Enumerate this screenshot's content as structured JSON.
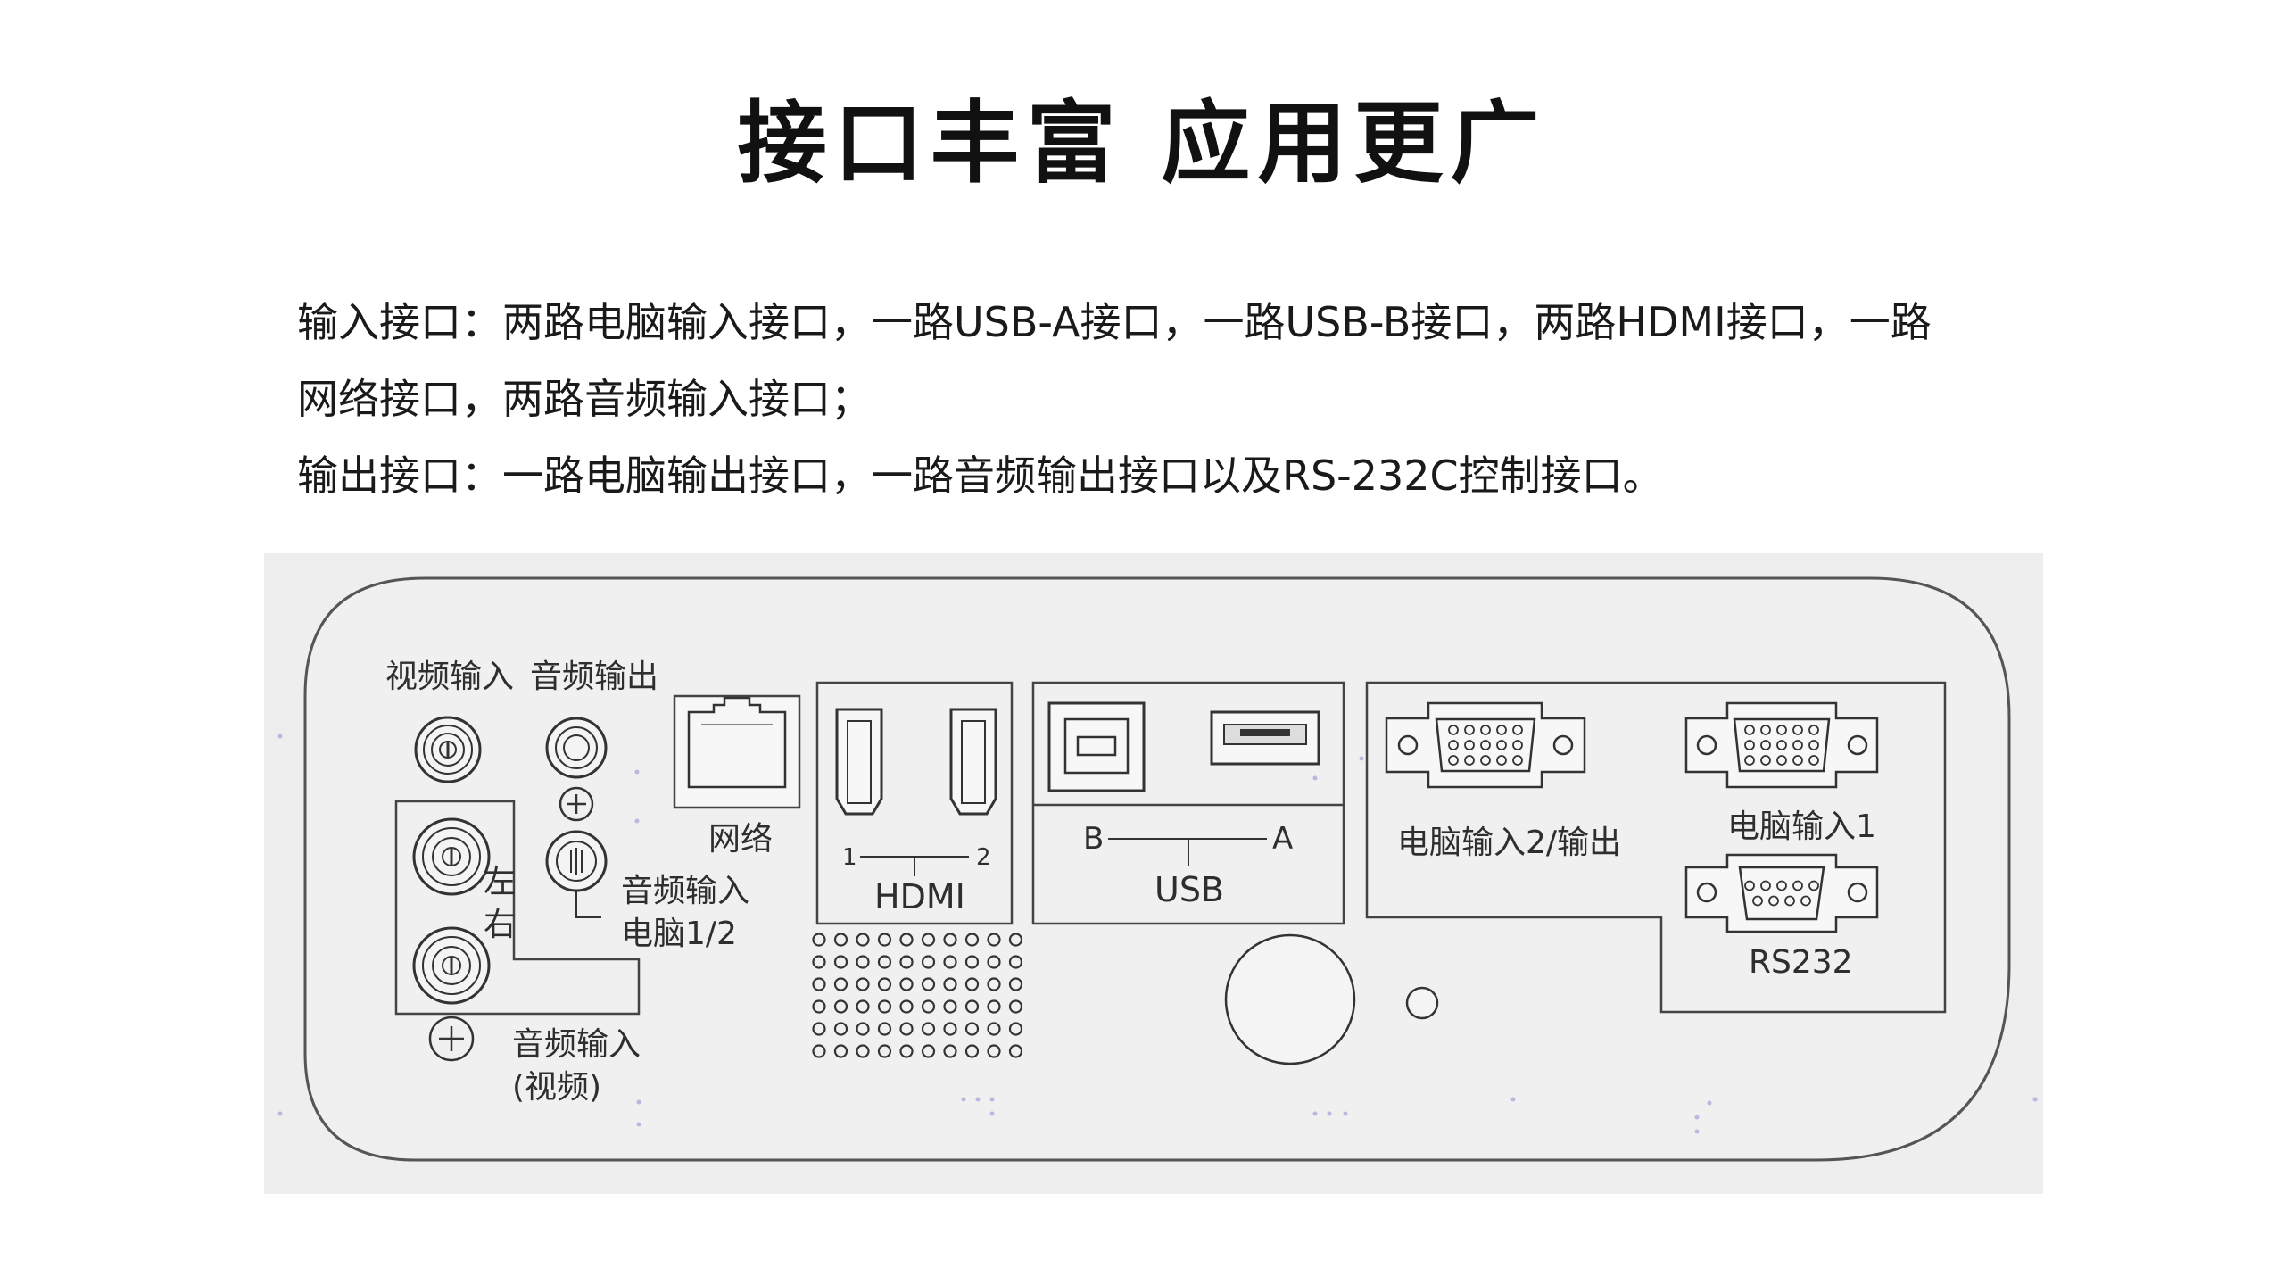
{
  "title": "接口丰富 应用更广",
  "description": {
    "line1": "输入接口：两路电脑输入接口，一路USB-A接口，一路USB-B接口，两路HDMI接口，一路",
    "line2": "网络接口，两路音频输入接口；",
    "line3": "输出接口：一路电脑输出接口，一路音频输出接口以及RS-232C控制接口。"
  },
  "panel": {
    "labels": {
      "video_in": "视频输入",
      "audio_out": "音频输出",
      "network": "网络",
      "left": "左",
      "right": "右",
      "audio_in_pc": "音频输入",
      "pc_12": "电脑1/2",
      "audio_in_video": "音频输入",
      "video_paren": "(视频)",
      "hdmi": "HDMI",
      "hdmi_1": "1",
      "hdmi_2": "2",
      "usb": "USB",
      "usb_b": "B",
      "usb_a": "A",
      "pc_in2_out": "电脑输入2/输出",
      "pc_in1": "电脑输入1",
      "rs232": "RS232"
    }
  },
  "colors": {
    "panel_background": "#eeeeee",
    "line": "#555555",
    "text": "#111111"
  },
  "icons": {
    "audio_in_pc_plus": "plus-circle-icon",
    "audio_in_video_plus": "plus-circle-icon"
  }
}
